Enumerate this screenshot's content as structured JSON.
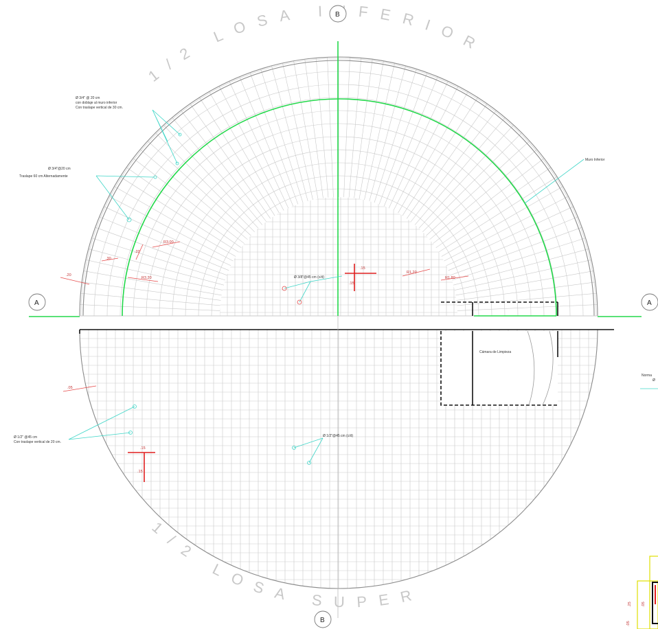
{
  "axes": {
    "A_left": "A",
    "A_right": "A",
    "B_top": "B",
    "B_bottom": "B"
  },
  "titles": {
    "upper": "1/2 LOSA INFERIOR",
    "lower": "1/2 LOSA SUPER"
  },
  "notes": {
    "top_left_1": "Ø 3/4\" @ 20 cm",
    "top_left_2": "con doblaje al muro inferior",
    "top_left_3": "Con traslape vertical de 30 cm.",
    "mid_left_1": "Ø 3/4\"@20 cm",
    "mid_left_2": "Traslape 60 cm Alternadamente",
    "muro": "Muro Inferior",
    "center_upper": "Ø 3/8\"@45 cm (c/d)",
    "lower_left_1": "Ø 1/2\" @45 cm",
    "lower_left_2": "Con traslape vertical de 20 cm.",
    "center_lower": "Ø 1/2\"@45 cm (c/d)",
    "camara": "Cámara de Limpieza",
    "right_edge_1": "Norma",
    "right_edge_2": "Ø"
  },
  "dims": {
    "d1": ".20",
    "d2": ".30",
    "d3": ".20",
    "d4": "R3.00",
    "d5": "R3.20",
    "d6": "R1.20",
    "d7": "R1.80",
    "d8": ".15",
    "d9": ".15",
    "d10": ".15",
    "d11": ".15",
    "d12": ".05",
    "d13": ".05",
    "d14": ".25",
    "d15": ".05"
  },
  "colors": {
    "grid": "#c9c9c9",
    "outline": "#8a8a8a",
    "wall_green": "#22d84a",
    "leader_cyan": "#3fd6c8",
    "dimension_red": "#e01e1e",
    "detail_yellow": "#e0e000"
  }
}
